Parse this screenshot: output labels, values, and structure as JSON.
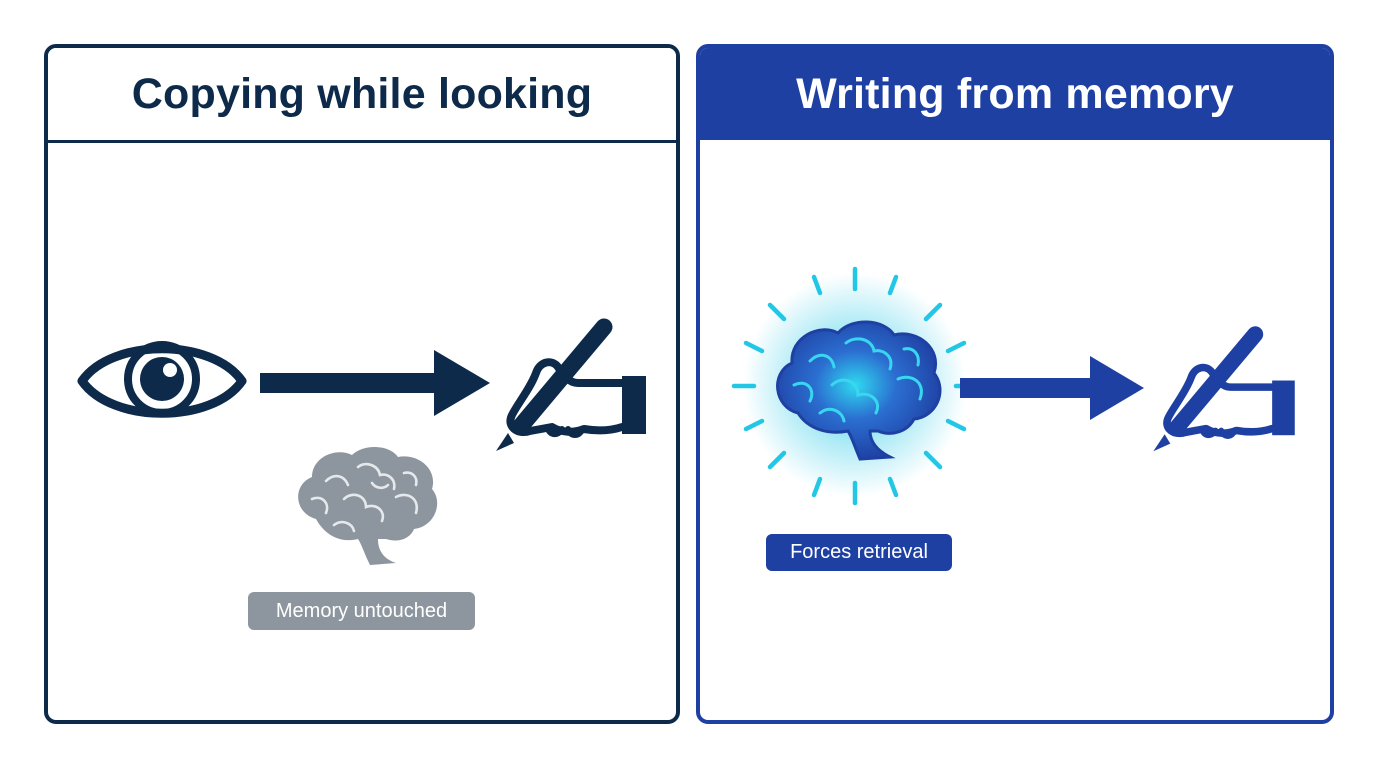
{
  "left_panel": {
    "title": "Copying while looking",
    "badge_label": "Memory untouched",
    "icons": [
      "eye-icon",
      "arrow-right-icon",
      "writing-hand-icon",
      "brain-icon"
    ],
    "colors": {
      "primary": "#0d2a4b",
      "muted": "#8d969e"
    }
  },
  "right_panel": {
    "title": "Writing from memory",
    "badge_label": "Forces retrieval",
    "icons": [
      "glowing-brain-icon",
      "arrow-right-icon",
      "writing-hand-icon"
    ],
    "colors": {
      "primary": "#1f40a3",
      "glow": "#22c7e6"
    }
  }
}
